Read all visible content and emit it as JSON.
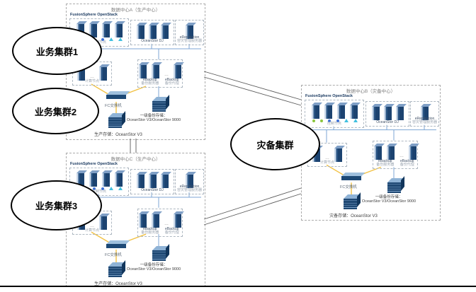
{
  "shared": {
    "fusion": "FusionSphere OpenStack",
    "control": "控制节点",
    "dj": "OceanStor DJ",
    "erep1": "eReplication",
    "erep2": "容灾管理服务器",
    "compute": "计算节点",
    "ebackup": "eBackup",
    "backup_server": "备份服务器",
    "backup_agent": "备份代理",
    "switch": "FC交换机",
    "tier1_1": "一级备份存储：",
    "tier1_2": "OceanStor V3/OceanStor 9000",
    "ellipsis": "…"
  },
  "datacenters": {
    "a": {
      "title": "数据中心A（生产中心）",
      "primary": "生产存储：OceanStor V3"
    },
    "c": {
      "title": "数据中心C（生产中心）",
      "primary": "生产存储：OceanStor V3"
    },
    "b": {
      "title": "数据中心B（灾备中心）",
      "primary": "灾备存储：OceanStor V3"
    }
  },
  "ellipses": [
    {
      "label": "业务集群1"
    },
    {
      "label": "业务集群2"
    },
    {
      "label": "业务集群3"
    },
    {
      "label": "灾备集群"
    }
  ],
  "icons": {
    "server": "server-tower-icon",
    "switch": "fc-switch-icon",
    "storage": "storage-cube-icon",
    "status_green": "green-dot",
    "status_blue": "blue-dot",
    "status_cyan": "cyan-triangle"
  },
  "colors": {
    "server_body": "#1f4873",
    "server_face": "#c9d9ea",
    "bus_line": "#7ea6d4",
    "fc_line": "#f2c245",
    "connection_line": "#595959",
    "dc_border": "#ababab",
    "group_border": "#aeb8c2",
    "ellipse_border": "#000000",
    "marker_green": "#8cc63f",
    "marker_blue": "#3a6fd8",
    "marker_cyan": "#41c0e0"
  }
}
